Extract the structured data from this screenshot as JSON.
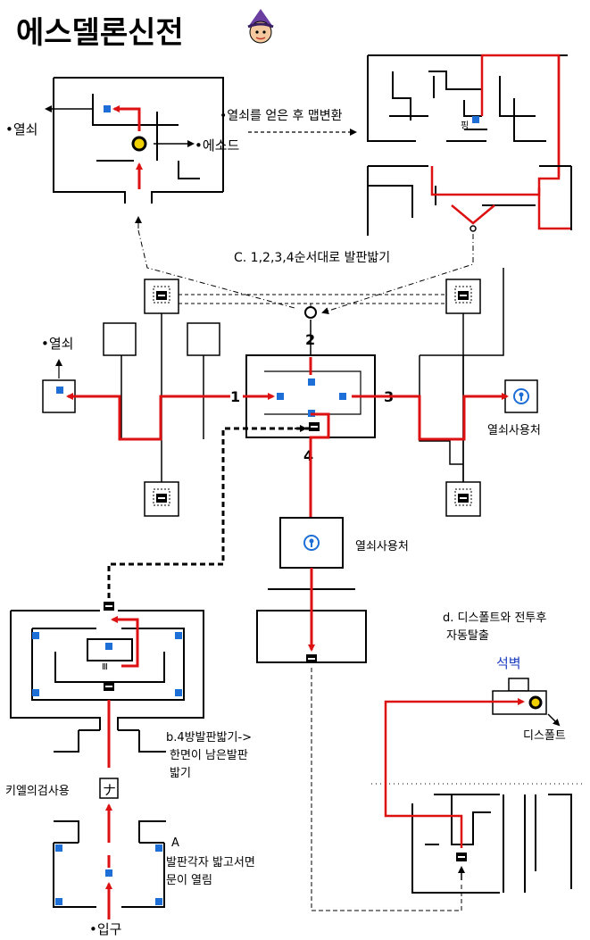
{
  "title": "에스델론신전",
  "labels": {
    "key_left_top": "•열쇠",
    "episode": "•에소드",
    "after_key": "•열쇠를 얻은 후 맵변환",
    "step_c": "C. 1,2,3,4순서대로 발판밟기",
    "key_left_mid": "•열쇠",
    "num1": "1",
    "num2": "2",
    "num3": "3",
    "num4": "4",
    "key_use_right": "열쇠사용처",
    "key_use_center": "열쇠사용처",
    "step_d_line1": "d. 디스폴트와 전투후",
    "step_d_line2": "자동탈출",
    "stone_wall": "석벽",
    "displot": "디스폴트",
    "step_b_line1": "b.4방발판밟기->",
    "step_b_line2": "한면이 남은발판",
    "step_b_line3": "밟기",
    "kiel_stone": "키엘의검사용",
    "kiel_glyph": "ナ",
    "step_a_line1": "A",
    "step_a_line2": "발판각자 밟고서면",
    "step_a_line3": "문이 열림",
    "entrance": "•입구"
  },
  "colors": {
    "route": "#dd1111",
    "plate": "#1e6ed8",
    "wall": "#000000",
    "stone_wall_label": "#1a3cc0",
    "marker_yellow": "#f0d000"
  },
  "icons": {
    "avatar": "witch-avatar-icon",
    "switch": "floor-switch-icon",
    "keyhole": "keyhole-icon",
    "goal": "yellow-portal-icon"
  }
}
